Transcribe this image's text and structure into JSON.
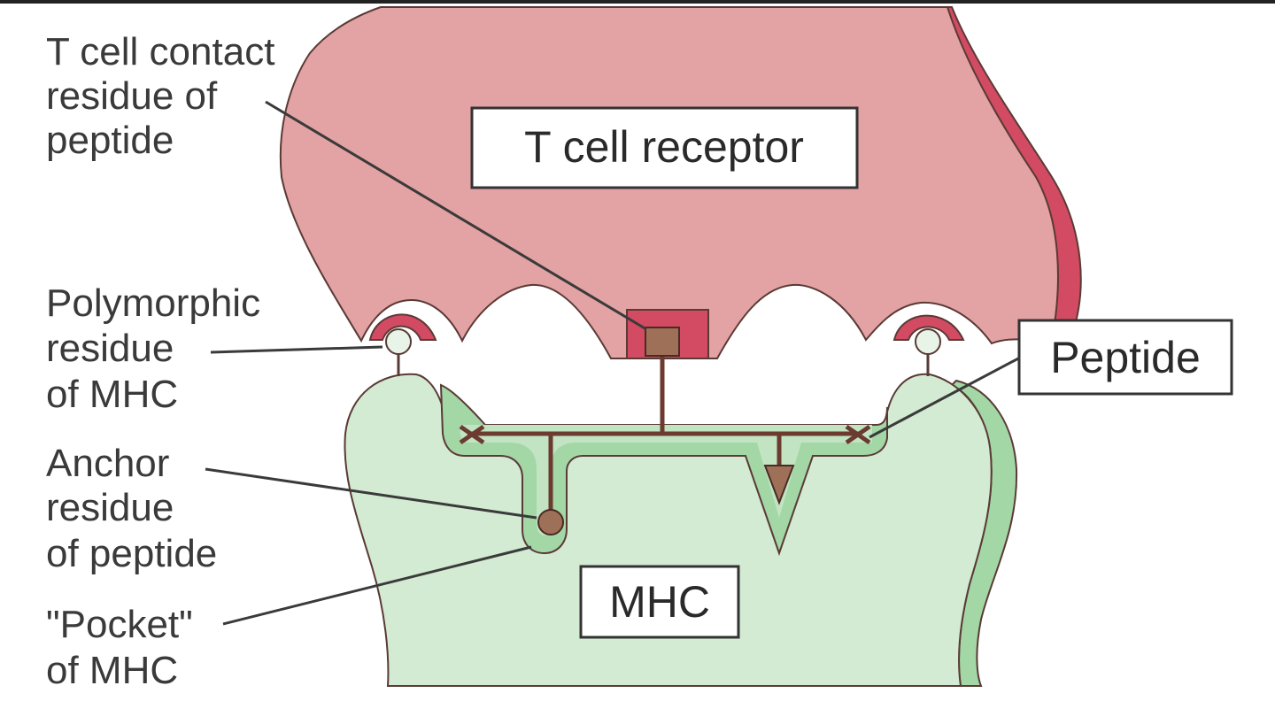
{
  "labels": {
    "tcr_box": "T cell receptor",
    "mhc_box": "MHC",
    "peptide_box": "Peptide",
    "tcell_contact": [
      "T cell contact",
      "residue of",
      "peptide"
    ],
    "polymorphic": [
      "Polymorphic",
      "residue",
      "of MHC"
    ],
    "anchor": [
      "Anchor",
      "residue",
      "of peptide"
    ],
    "pocket": [
      "\"Pocket\"",
      "of MHC"
    ]
  },
  "colors": {
    "tcr_fill": "#e3a2a4",
    "tcr_dark": "#d24b62",
    "mhc_fill": "#d3ead3",
    "mhc_dark": "#a3d7a6",
    "peptide": "#6b3b30",
    "residue_brown": "#9e7058",
    "outline": "#5a3a35",
    "leader": "#3a3a3a"
  }
}
